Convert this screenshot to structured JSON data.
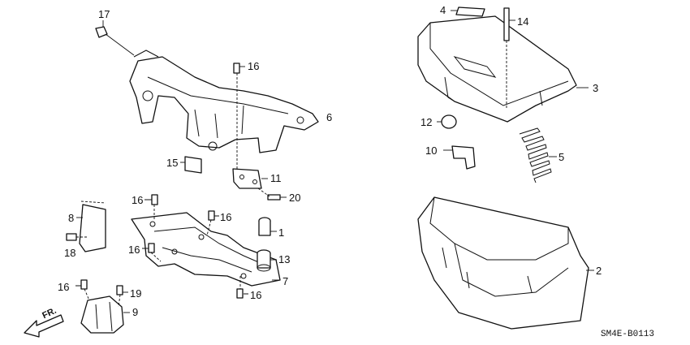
{
  "callouts": {
    "c1": "1",
    "c2": "2",
    "c3": "3",
    "c4": "4",
    "c5": "5",
    "c6": "6",
    "c7": "7",
    "c8": "8",
    "c9": "9",
    "c10": "10",
    "c11": "11",
    "c12": "12",
    "c13": "13",
    "c14": "14",
    "c15": "15",
    "c16a": "16",
    "c16b": "16",
    "c16c": "16",
    "c16d": "16",
    "c16e": "16",
    "c16f": "16",
    "c17": "17",
    "c18": "18",
    "c19": "19",
    "c20": "20"
  },
  "direction_label": "FR.",
  "diagram_code": "SM4E-B0113"
}
